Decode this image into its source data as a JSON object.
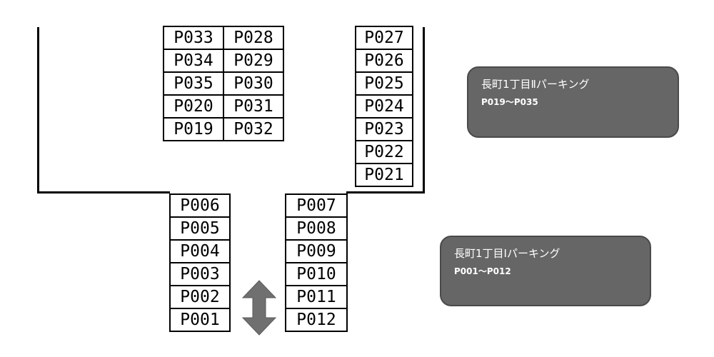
{
  "lot2": {
    "block_left": [
      [
        "P033",
        "P028"
      ],
      [
        "P034",
        "P029"
      ],
      [
        "P035",
        "P030"
      ],
      [
        "P020",
        "P031"
      ],
      [
        "P019",
        "P032"
      ]
    ],
    "block_right": [
      "P027",
      "P026",
      "P025",
      "P024",
      "P023",
      "P022",
      "P021"
    ]
  },
  "lot1": {
    "column_left": [
      "P006",
      "P005",
      "P004",
      "P003",
      "P002",
      "P001"
    ],
    "column_right": [
      "P007",
      "P008",
      "P009",
      "P010",
      "P011",
      "P012"
    ]
  },
  "labels": {
    "lot2_name": "長町1丁目Ⅱパーキング",
    "lot2_range": "P019～P035",
    "lot1_name": "長町1丁目Ⅰパーキング",
    "lot1_range": "P001～P012"
  },
  "colors": {
    "label_box": "#666666",
    "label_text": "#ffffff",
    "stall_border": "#000000",
    "arrow": "#707070"
  },
  "icons": {
    "entrance": "double-vertical-arrow-icon"
  }
}
